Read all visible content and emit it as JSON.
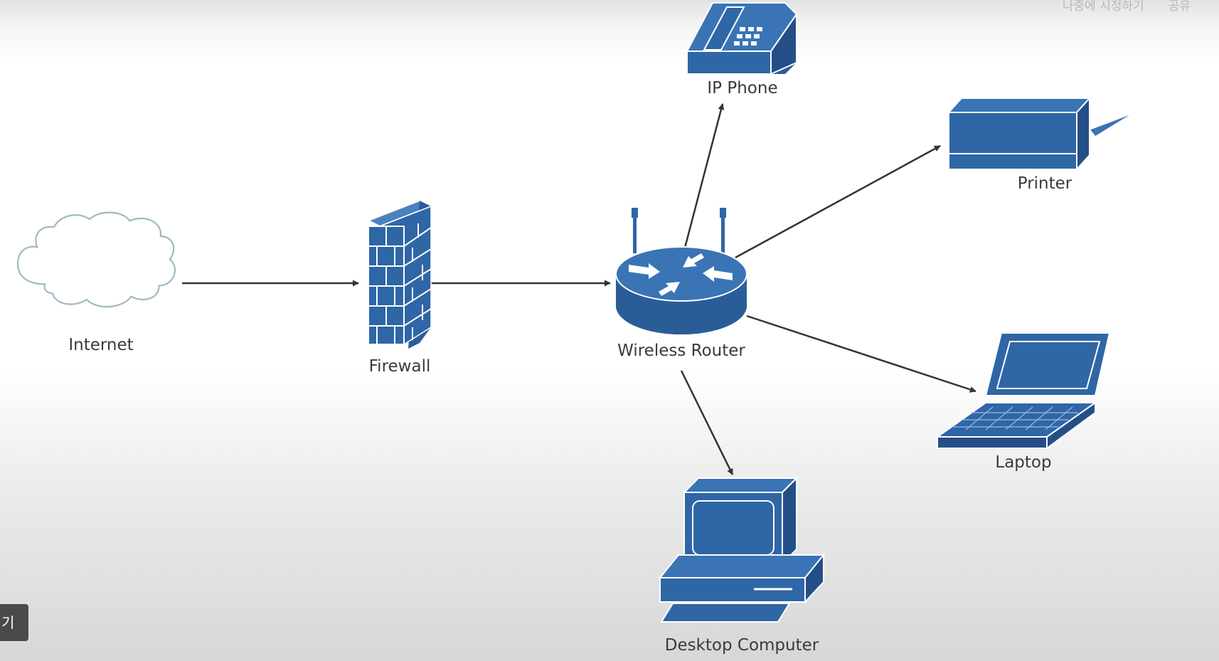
{
  "overlay": {
    "watch_later": "나중에 시청하기",
    "share": "공유",
    "bottom_button": "기"
  },
  "colors": {
    "device_fill": "#2f66a6",
    "device_dark": "#1f4a7d",
    "cloud_stroke": "#9fb8c2",
    "arrow": "#333333",
    "label": "#3a3a3a"
  },
  "diagram": {
    "nodes": {
      "internet": {
        "label": "Internet",
        "icon": "cloud-icon"
      },
      "firewall": {
        "label": "Firewall",
        "icon": "firewall-icon"
      },
      "router": {
        "label": "Wireless Router",
        "icon": "wireless-router-icon"
      },
      "ip_phone": {
        "label": "IP Phone",
        "icon": "ip-phone-icon"
      },
      "printer": {
        "label": "Printer",
        "icon": "printer-icon"
      },
      "laptop": {
        "label": "Laptop",
        "icon": "laptop-icon"
      },
      "desktop": {
        "label": "Desktop Computer",
        "icon": "desktop-computer-icon"
      }
    },
    "edges": [
      {
        "from": "internet",
        "to": "firewall"
      },
      {
        "from": "firewall",
        "to": "router"
      },
      {
        "from": "router",
        "to": "ip_phone"
      },
      {
        "from": "router",
        "to": "printer"
      },
      {
        "from": "router",
        "to": "laptop"
      },
      {
        "from": "router",
        "to": "desktop"
      }
    ]
  }
}
